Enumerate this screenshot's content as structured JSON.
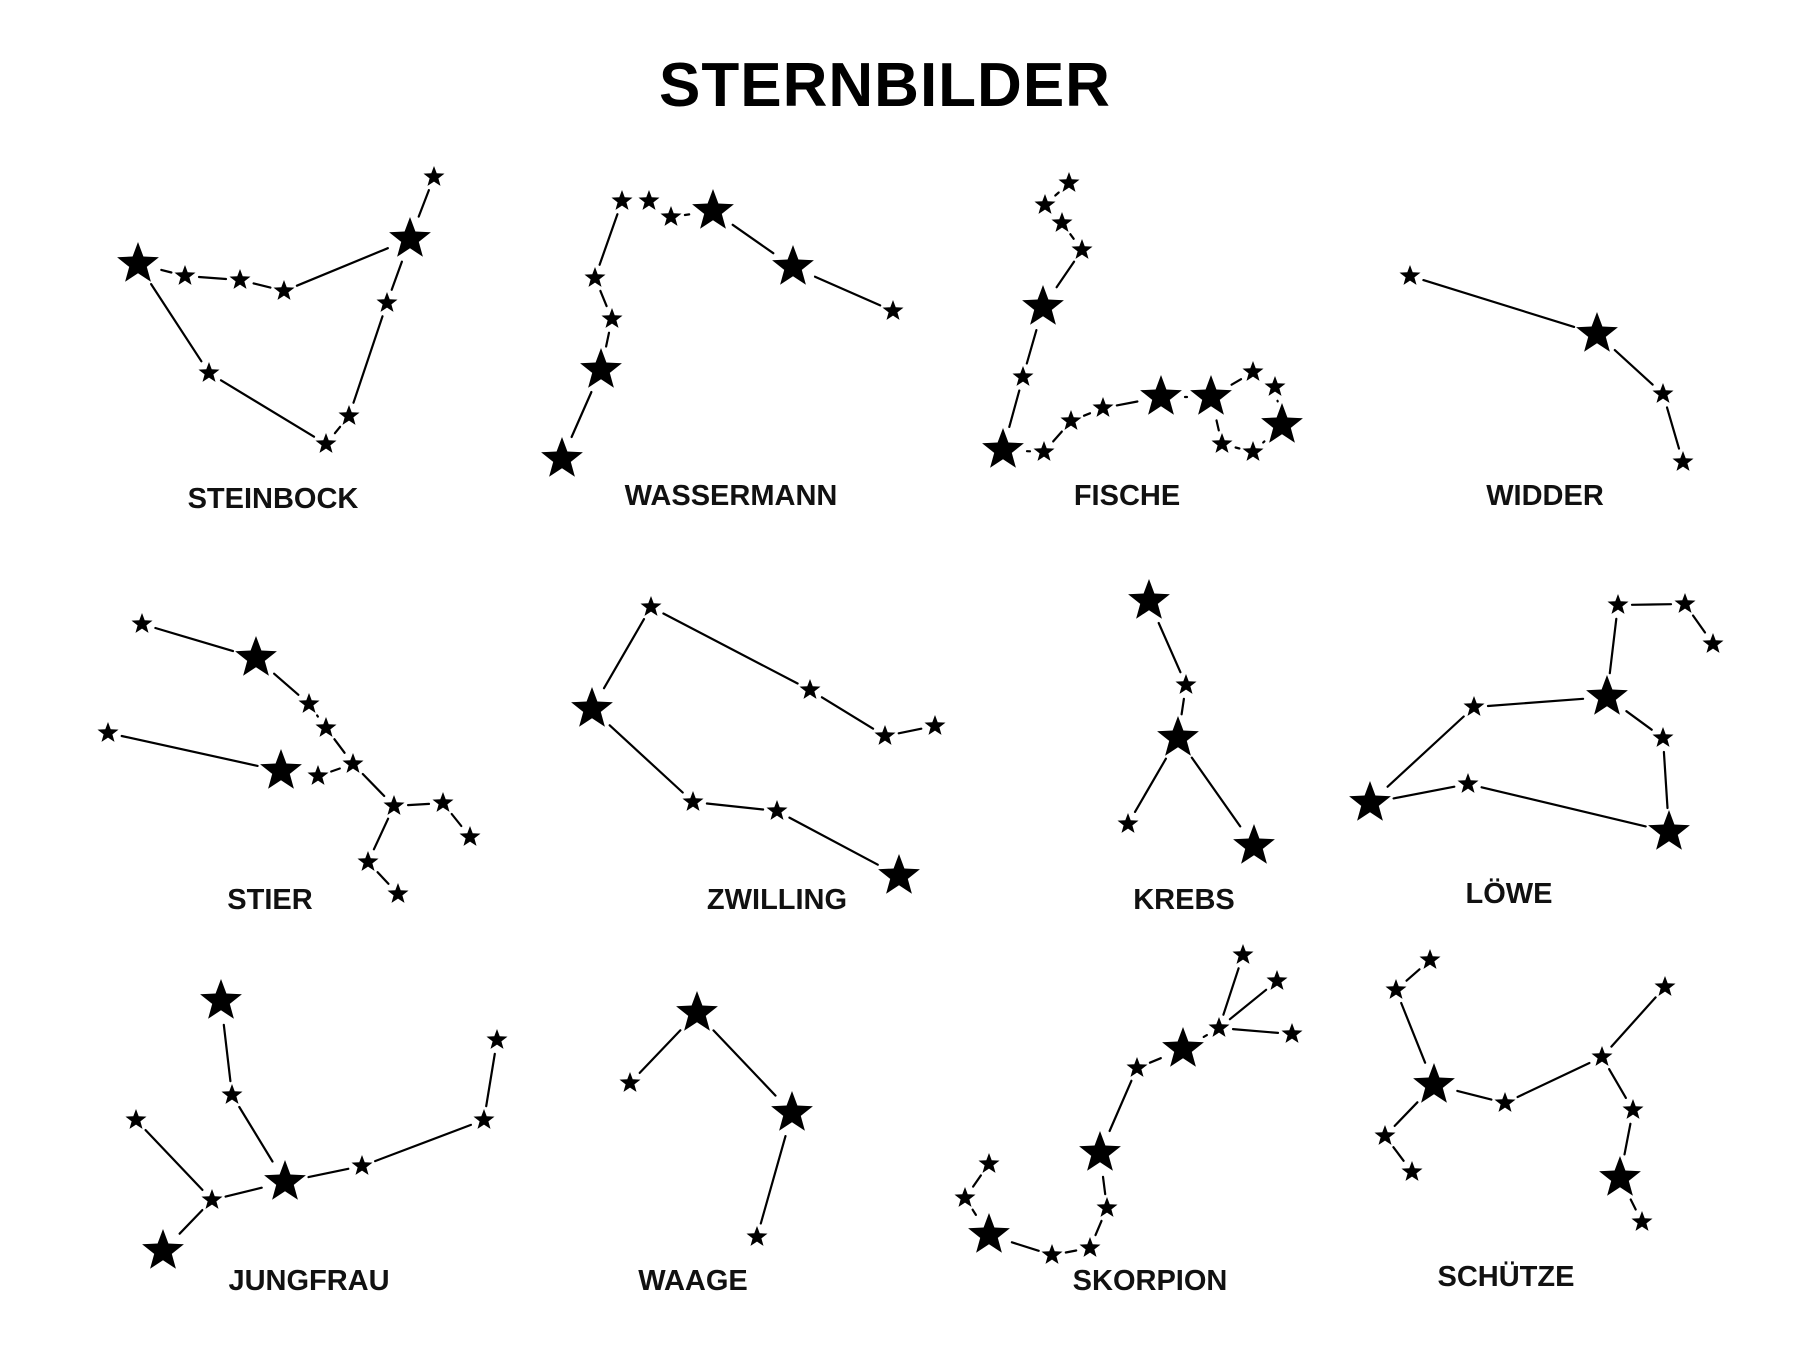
{
  "title": "STERNBILDER",
  "constellations": [
    {
      "id": "steinbock",
      "label": "STEINBOCK"
    },
    {
      "id": "wassermann",
      "label": "WASSERMANN"
    },
    {
      "id": "fische",
      "label": "FISCHE"
    },
    {
      "id": "widder",
      "label": "WIDDER"
    },
    {
      "id": "stier",
      "label": "STIER"
    },
    {
      "id": "zwilling",
      "label": "ZWILLING"
    },
    {
      "id": "krebs",
      "label": "KREBS"
    },
    {
      "id": "loewe",
      "label": "LÖWE"
    },
    {
      "id": "jungfrau",
      "label": "JUNGFRAU"
    },
    {
      "id": "waage",
      "label": "WAAGE"
    },
    {
      "id": "skorpion",
      "label": "SKORPION"
    },
    {
      "id": "schuetze",
      "label": "SCHÜTZE"
    }
  ]
}
